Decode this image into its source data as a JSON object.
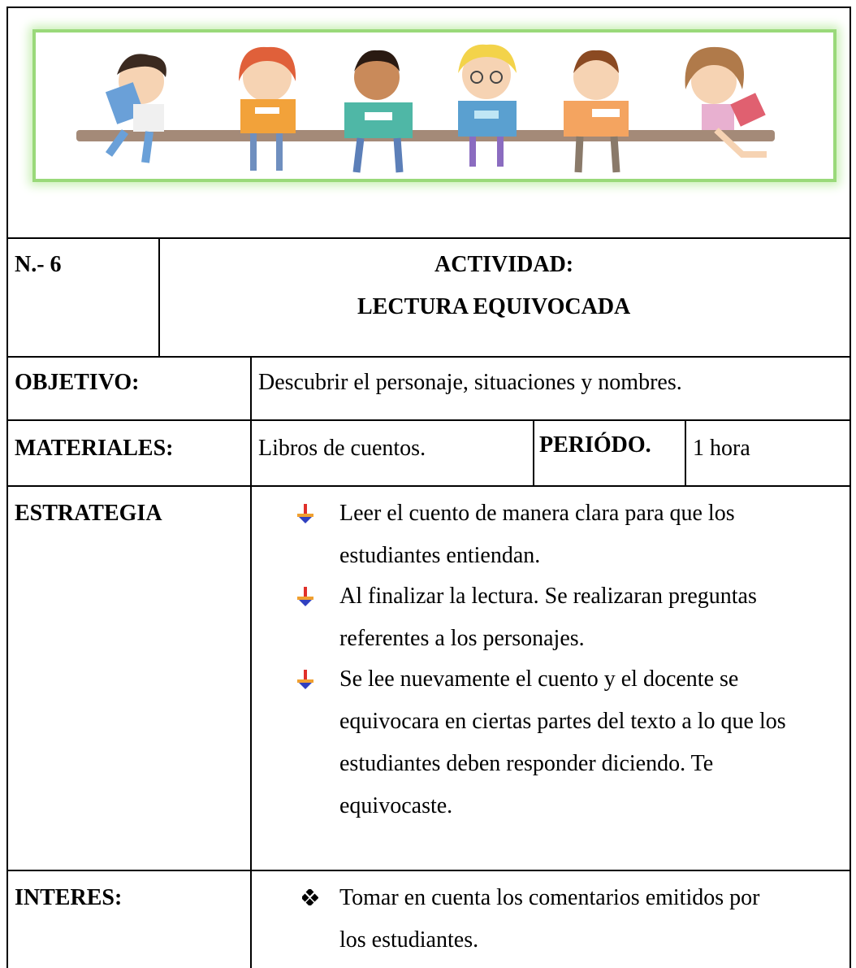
{
  "activity": {
    "number": "N.- 6",
    "title_line1": "ACTIVIDAD:",
    "title_line2": "LECTURA EQUIVOCADA"
  },
  "objetivo": {
    "label": "OBJETIVO:",
    "value": "Descubrir el personaje, situaciones y nombres."
  },
  "materiales": {
    "label": "MATERIALES:",
    "value": "Libros de cuentos.",
    "periodo_label": "PERIÓDO.",
    "periodo_value": "1 hora"
  },
  "estrategia": {
    "label": "ESTRATEGIA",
    "bullet_icon": "down-arrow-bullet-icon",
    "items": [
      {
        "line1": "Leer el cuento de manera clara para que los",
        "line2": "estudiantes entiendan."
      },
      {
        "line1": "Al finalizar la lectura. Se realizaran preguntas",
        "line2": "referentes a los personajes."
      },
      {
        "line1": "Se lee nuevamente el cuento y el docente se",
        "line2": "equivocara en ciertas partes del texto a lo que los",
        "line3": "estudiantes deben responder diciendo. Te",
        "line4": "equivocaste."
      }
    ]
  },
  "interes": {
    "label": "INTERES:",
    "bullet_icon": "diamond-bullet-icon",
    "line1": "Tomar en cuenta los comentarios emitidos por",
    "line2": "los estudiantes."
  },
  "banner": {
    "image_icon": "children-reading-illustration",
    "border_color": "#9ad97a",
    "children_colors": [
      "#6aa0d8",
      "#f2a23a",
      "#4fb7a6",
      "#5aa0d0",
      "#f4a460",
      "#e06070"
    ]
  }
}
